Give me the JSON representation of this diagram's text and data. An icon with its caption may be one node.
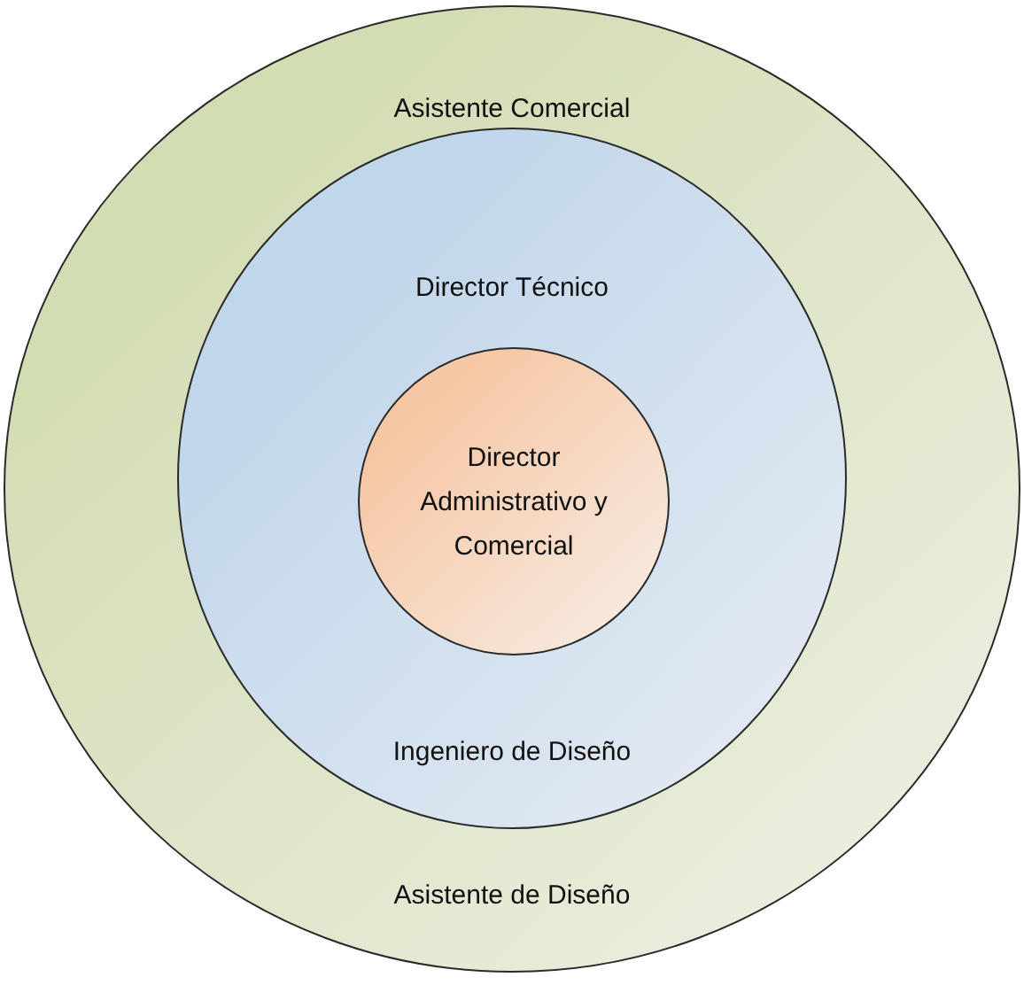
{
  "diagram": {
    "nodes": [
      {
        "text": [
          "Asistente Comercial",
          "Asistente de Diseño"
        ]
      },
      {
        "text": [
          "Director Técnico",
          "Ingeniero de Diseño"
        ],
        "in": 0
      },
      {
        "text": [
          "Director Administrativo y Comercial"
        ],
        "in": 1
      }
    ]
  }
}
